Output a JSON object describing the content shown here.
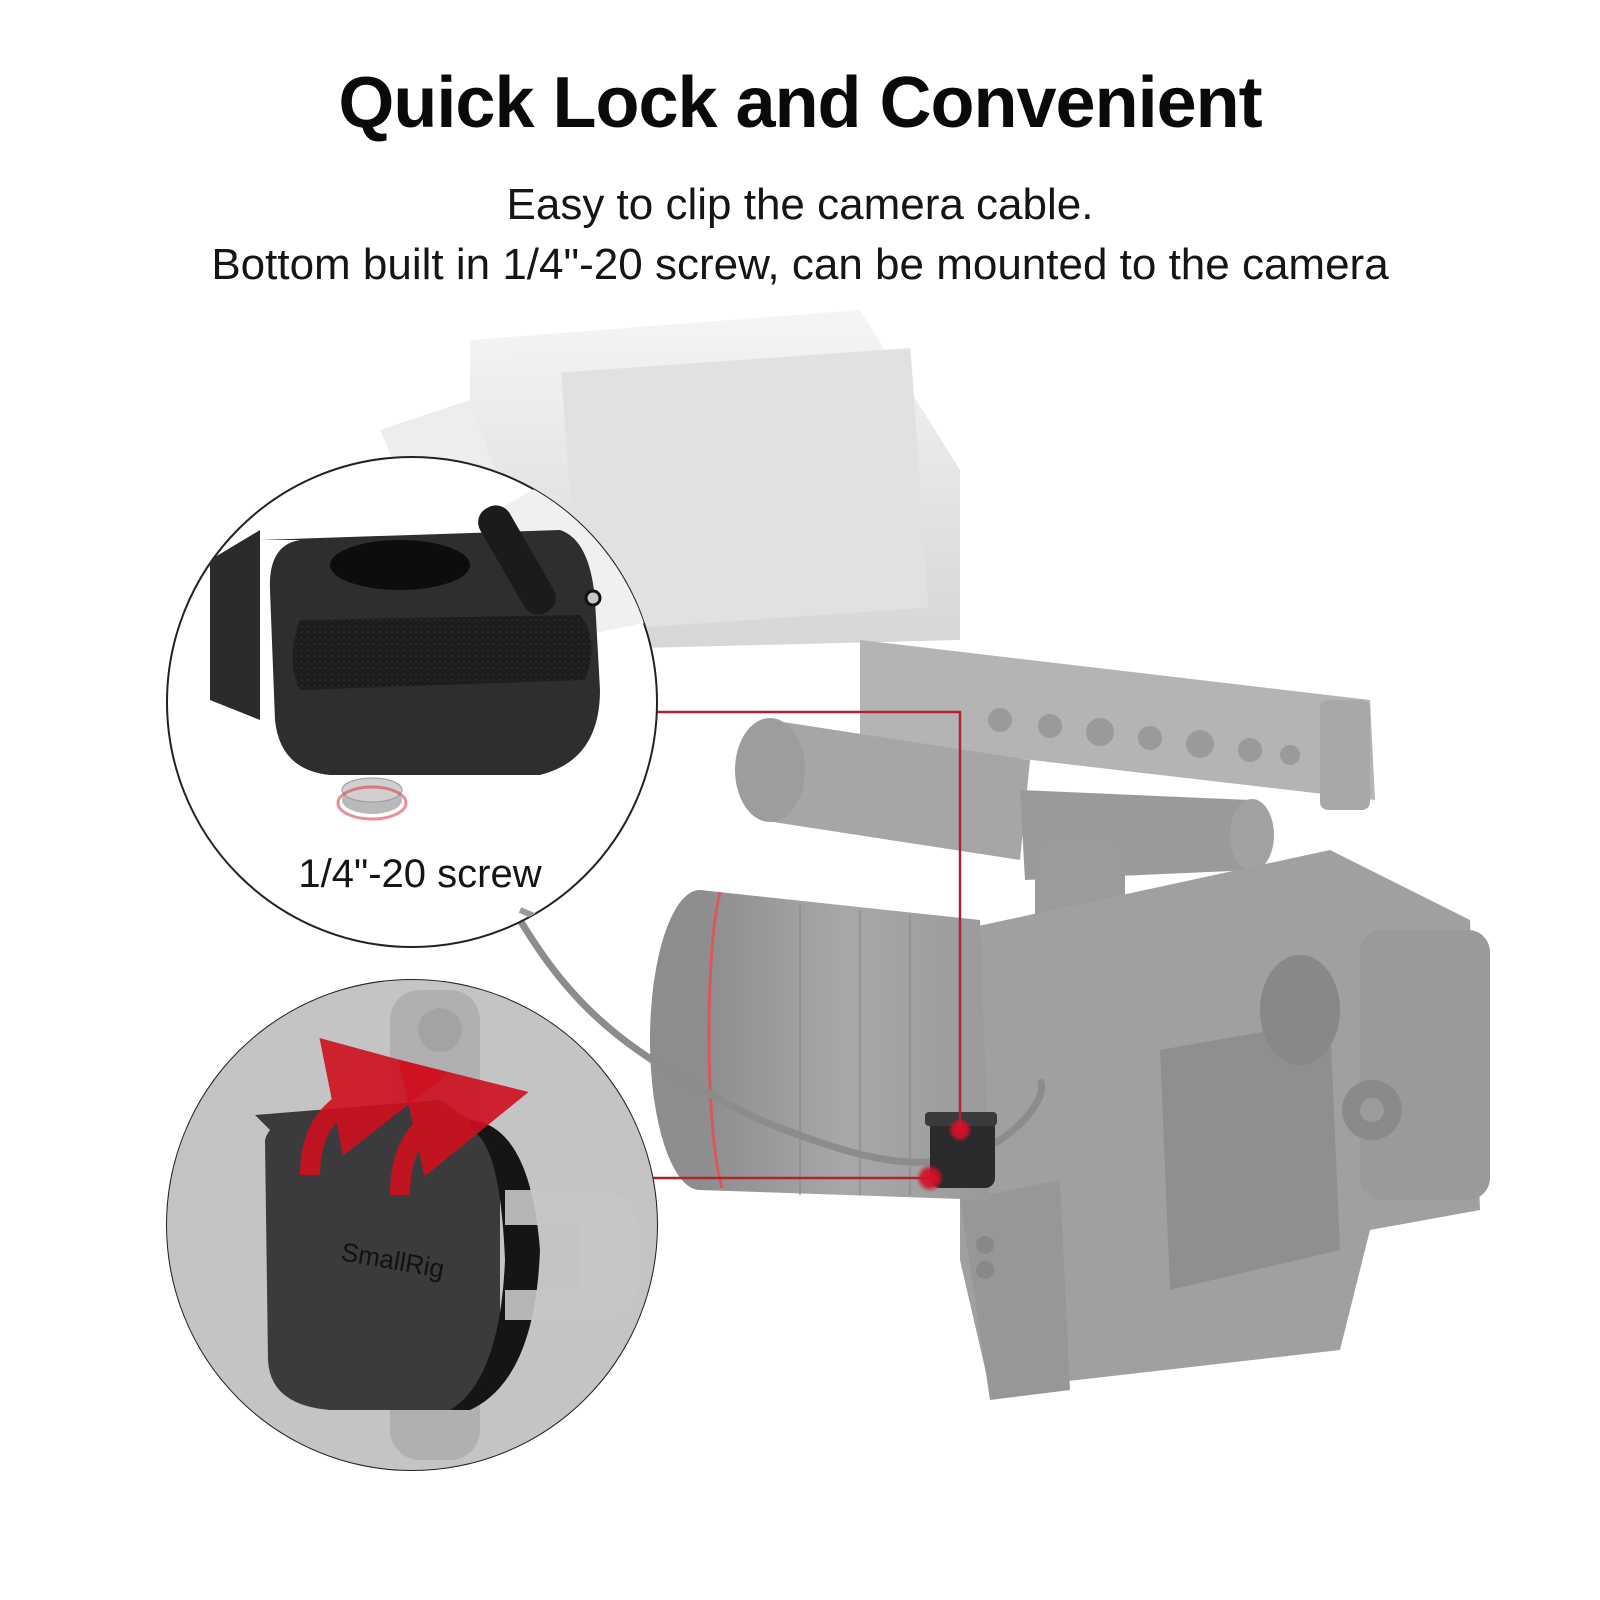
{
  "header": {
    "title": "Quick Lock and Convenient",
    "subtitle_line1": "Easy to clip the camera cable.",
    "subtitle_line2": "Bottom built in 1/4\"-20 screw, can be mounted to the camera"
  },
  "callouts": {
    "top": {
      "label": "1/4\"-20 screw",
      "subject": "cable clamp underside with mounting screw"
    },
    "bottom": {
      "brand": "SmallRig",
      "subject": "cable clamp closing over cable, rotation arrows"
    }
  },
  "product": {
    "brand": "SmallRig",
    "scene": "camera rig with cage, top handle, shotgun microphone, lens, monitor and cable clamp"
  },
  "colors": {
    "accent_red": "#c8102e",
    "leader_line": "#b3232f",
    "clamp_black": "#2a2a2c",
    "rig_gray": "#a9a9a9",
    "background": "#ffffff"
  }
}
